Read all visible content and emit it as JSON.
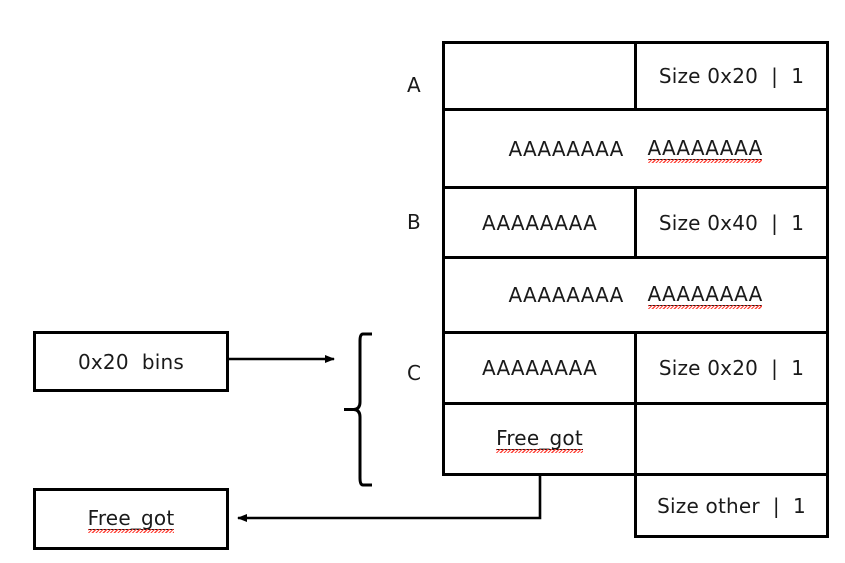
{
  "diagram": {
    "title": "0x20 bins tcache poisoning heap layout",
    "colors": {
      "stroke": "#000000",
      "text": "#1a1a1a",
      "background": "#ffffff",
      "spellcheck": "#ff3b30"
    },
    "left_boxes": [
      {
        "id": "bins-box",
        "label": "0x20  bins",
        "spellcheck": false,
        "underline": false
      },
      {
        "id": "free-got-box",
        "label": "Free_got",
        "spellcheck": true,
        "underline": true
      }
    ],
    "group_labels": [
      {
        "id": "group-a",
        "label": "A"
      },
      {
        "id": "group-b",
        "label": "B"
      },
      {
        "id": "group-c",
        "label": "C"
      }
    ],
    "brace": {
      "id": "chunk-c-brace",
      "points_to": "0x20  bins"
    },
    "chunk_rows": [
      {
        "id": "row-1",
        "group": "A",
        "left": {
          "text": "",
          "underline": false,
          "spellcheck": false
        },
        "right": {
          "text": "Size 0x20  |  1",
          "underline": false,
          "spellcheck": false
        },
        "split": true
      },
      {
        "id": "row-2",
        "group": "A",
        "merged_text_left": "AAAAAAAA",
        "merged_text_right": "AAAAAAAA",
        "merged_right_underline": true,
        "merged_right_spellcheck": true,
        "split": false
      },
      {
        "id": "row-3",
        "group": "B",
        "left": {
          "text": "AAAAAAAA",
          "underline": false,
          "spellcheck": false
        },
        "right": {
          "text": "Size 0x40  |  1",
          "underline": false,
          "spellcheck": false
        },
        "split": true
      },
      {
        "id": "row-4",
        "group": "B",
        "merged_text_left": "AAAAAAAA",
        "merged_text_right": "AAAAAAAA",
        "merged_right_underline": true,
        "merged_right_spellcheck": true,
        "split": false
      },
      {
        "id": "row-5",
        "group": "C",
        "left": {
          "text": "AAAAAAAA",
          "underline": false,
          "spellcheck": false
        },
        "right": {
          "text": "Size 0x20  |  1",
          "underline": false,
          "spellcheck": false
        },
        "split": true
      },
      {
        "id": "row-6",
        "group": "C",
        "left": {
          "text": "Free_got",
          "underline": true,
          "spellcheck": true
        },
        "right": {
          "text": "",
          "underline": false,
          "spellcheck": false
        },
        "split": true
      },
      {
        "id": "row-7",
        "group": "",
        "left": {
          "text": "",
          "underline": false,
          "spellcheck": false
        },
        "right": {
          "text": "Size other  |  1",
          "underline": false,
          "spellcheck": false
        },
        "split": true,
        "right_only": true
      }
    ],
    "arrows": [
      {
        "id": "bins-to-brace-arrow",
        "from": "0x20  bins",
        "to": "chunk-c-brace",
        "direction": "right"
      },
      {
        "id": "freegot-cell-to-box-arrow",
        "from": "Free_got cell",
        "to": "Free_got box",
        "direction": "left"
      }
    ]
  }
}
